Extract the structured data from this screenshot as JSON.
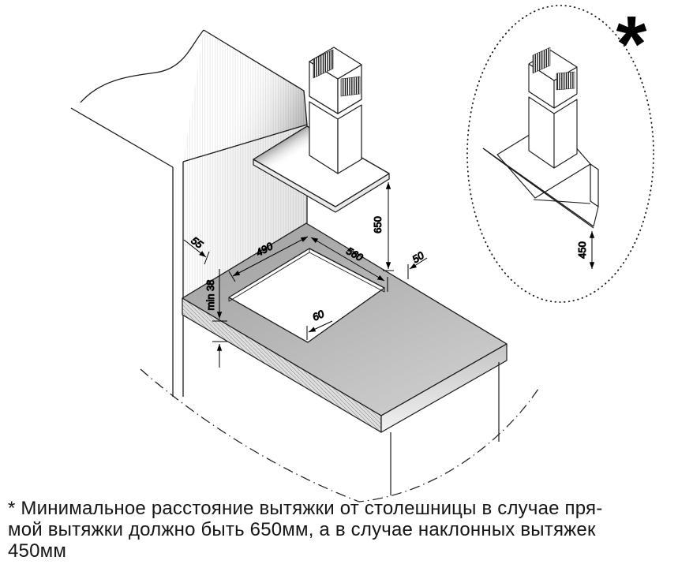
{
  "diagram": {
    "dims": {
      "side_left": "55",
      "cutout_width": "490",
      "cutout_depth": "560",
      "side_right": "50",
      "hood_clearance": "650",
      "worktop_thickness": "min 38",
      "front_clearance": "60",
      "inclined_clearance": "450"
    },
    "footnote_marker": "*"
  },
  "caption": {
    "line1": "* Минимальное расстояние вытяжки от столешницы в случае пря-",
    "line2": "мой вытяжки должно быть 650мм, а в случае наклонных вытяжек",
    "line3": "450мм"
  }
}
